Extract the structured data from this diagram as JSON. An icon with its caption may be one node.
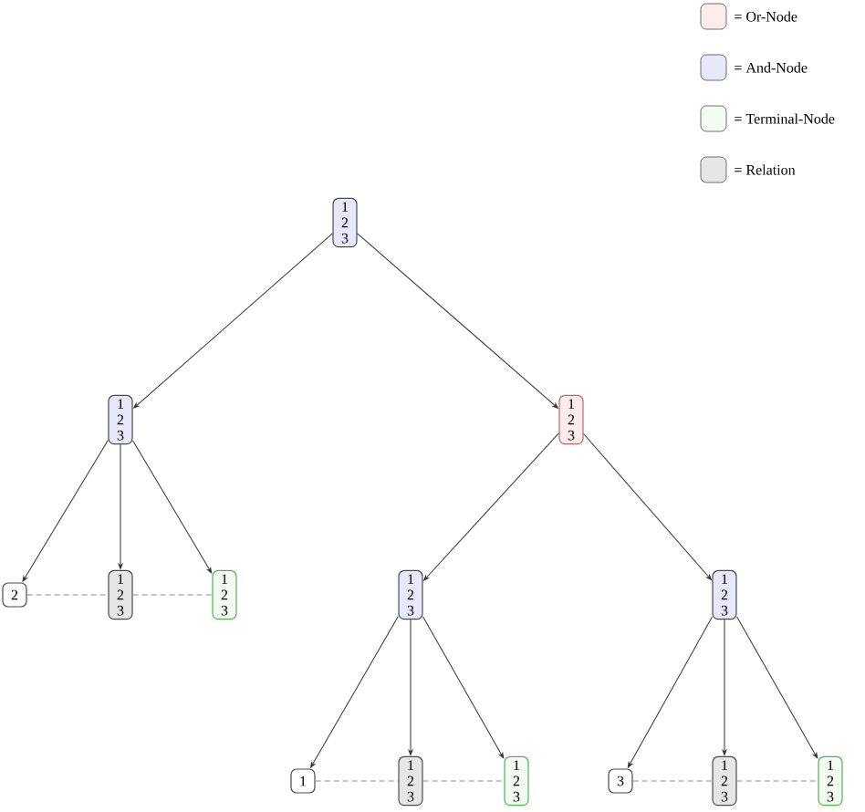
{
  "diagram": {
    "nodes": [
      {
        "text": [
          "1",
          "2",
          "3"
        ]
      },
      {
        "text": [
          "1",
          "2",
          "3"
        ]
      },
      {
        "text": [
          "1",
          "2",
          "3"
        ]
      },
      {
        "text": [
          "2"
        ]
      },
      {
        "text": [
          "1",
          "2",
          "3"
        ]
      },
      {
        "text": [
          "1",
          "2",
          "3"
        ]
      },
      {
        "text": [
          "1",
          "2",
          "3"
        ]
      },
      {
        "text": [
          "1",
          "2",
          "3"
        ]
      },
      {
        "text": [
          "1"
        ]
      },
      {
        "text": [
          "1",
          "2",
          "3"
        ]
      },
      {
        "text": [
          "1",
          "2",
          "3"
        ]
      },
      {
        "text": [
          "3"
        ]
      },
      {
        "text": [
          "1",
          "2",
          "3"
        ]
      },
      {
        "text": [
          "1",
          "2",
          "3"
        ]
      }
    ],
    "edges": [
      {
        "from": 0,
        "to": 1,
        "arrow": "to"
      },
      {
        "from": 0,
        "to": 2,
        "arrow": "to"
      },
      {
        "from": 1,
        "to": 3,
        "arrow": "to"
      },
      {
        "from": 1,
        "to": 4,
        "arrow": "to"
      },
      {
        "from": 1,
        "to": 5,
        "arrow": "to"
      },
      {
        "from": 2,
        "to": 6,
        "arrow": "to"
      },
      {
        "from": 2,
        "to": 7,
        "arrow": "to"
      },
      {
        "from": 6,
        "to": 8,
        "arrow": "to"
      },
      {
        "from": 6,
        "to": 9,
        "arrow": "to"
      },
      {
        "from": 6,
        "to": 10,
        "arrow": "to"
      },
      {
        "from": 7,
        "to": 11,
        "arrow": "to"
      },
      {
        "from": 7,
        "to": 12,
        "arrow": "to"
      },
      {
        "from": 7,
        "to": 13,
        "arrow": "to"
      },
      {
        "from": 3,
        "to": 4,
        "arrow": "none",
        "style": "dashed",
        "color": "#8c8c8c"
      },
      {
        "from": 4,
        "to": 5,
        "arrow": "none",
        "style": "dashed",
        "color": "#8c8c8c"
      },
      {
        "from": 8,
        "to": 9,
        "arrow": "none",
        "style": "dashed",
        "color": "#8c8c8c"
      },
      {
        "from": 9,
        "to": 10,
        "arrow": "none",
        "style": "dashed",
        "color": "#8c8c8c"
      },
      {
        "from": 11,
        "to": 12,
        "arrow": "none",
        "style": "dashed",
        "color": "#8c8c8c"
      },
      {
        "from": 12,
        "to": 13,
        "arrow": "none",
        "style": "dashed",
        "color": "#8c8c8c"
      }
    ],
    "legend": [
      {
        "text": "= Or-Node",
        "color": "#fcecec"
      },
      {
        "text": "= And-Node",
        "color": "#e8e8fb"
      },
      {
        "text": "= Terminal-Node",
        "color": "#f4fbf2"
      },
      {
        "text": "= Relation",
        "color": "#e6e6e6"
      }
    ]
  }
}
